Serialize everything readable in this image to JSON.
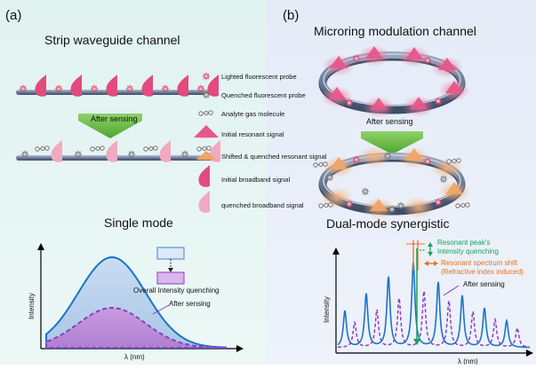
{
  "panel_a": {
    "label": "(a)",
    "title": "Strip waveguide channel",
    "arrow_label": "After sensing",
    "mode_title": "Single mode",
    "chart": {
      "ylabel": "Intensity",
      "xlabel": "λ (nm)",
      "annotation": "Overall Intensity quenching",
      "after_label": "After sensing"
    }
  },
  "panel_b": {
    "label": "(b)",
    "title": "Microring modulation channel",
    "arrow_label": "After sensing",
    "mode_title": "Dual-mode  synergistic",
    "chart": {
      "ylabel": "Intensity",
      "xlabel": "λ (nm)",
      "annotation_quench_1": "Resonant peak's",
      "annotation_quench_2": "Intensity quenching",
      "annotation_shift_1": "Resonant spectrum shift",
      "annotation_shift_2": "(Refractive index induced)",
      "after_label": "After sensing"
    }
  },
  "legend": {
    "items": [
      {
        "label": "Lighted fluorescent probe",
        "icon": "lighted-probe-icon"
      },
      {
        "label": "Quenched fluorescent probe",
        "icon": "quenched-probe-icon"
      },
      {
        "label": "Analyte gas molecule",
        "icon": "gas-molecule-icon"
      },
      {
        "label": "Initial resonant signal",
        "icon": "initial-resonant-icon"
      },
      {
        "label": "Shifted & quenched resonant signal",
        "icon": "shifted-resonant-icon"
      },
      {
        "label": "Initial broadband signal",
        "icon": "initial-broadband-icon"
      },
      {
        "label": "quenched broadband signal",
        "icon": "quenched-broadband-icon"
      }
    ]
  },
  "colors": {
    "panel_a_bg": "#e2f3f1",
    "panel_b_bg": "#e6ecf7",
    "probe": "#d9506f",
    "quenched": "#777777",
    "resonant": "#e8568a",
    "shifted": "#f0a466",
    "blue_line": "#1c74c4",
    "purple_line": "#8a3fbf",
    "green": "#1aa25e",
    "orange": "#e8711f"
  }
}
